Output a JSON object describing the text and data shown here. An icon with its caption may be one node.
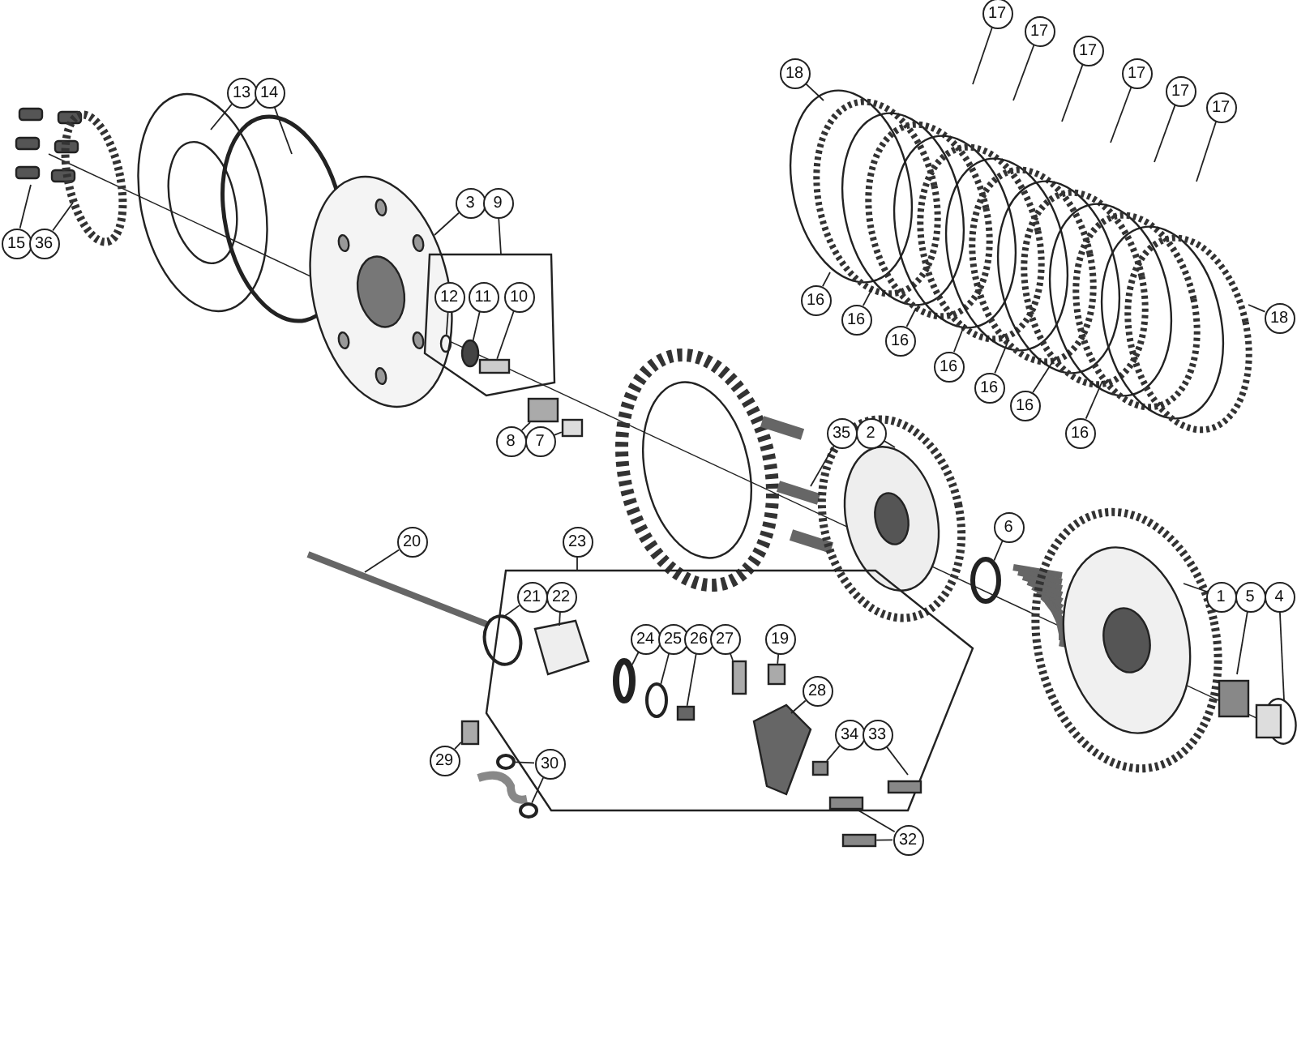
{
  "diagram": {
    "nodes": [
      {
        "text": [
          "17"
        ]
      },
      {
        "text": [
          "17"
        ]
      },
      {
        "text": [
          "17"
        ]
      },
      {
        "text": [
          "17"
        ]
      },
      {
        "text": [
          "18"
        ]
      },
      {
        "text": [
          "13"
        ]
      },
      {
        "text": [
          "14"
        ]
      },
      {
        "text": [
          "17"
        ]
      },
      {
        "text": [
          "17"
        ]
      },
      {
        "text": [
          "3"
        ]
      },
      {
        "text": [
          "9"
        ]
      },
      {
        "text": [
          "15"
        ]
      },
      {
        "text": [
          "36"
        ]
      },
      {
        "text": [
          "12"
        ]
      },
      {
        "text": [
          "11"
        ]
      },
      {
        "text": [
          "10"
        ]
      },
      {
        "text": [
          "16"
        ]
      },
      {
        "text": [
          "16"
        ]
      },
      {
        "text": [
          "18"
        ]
      },
      {
        "text": [
          "16"
        ]
      },
      {
        "text": [
          "16"
        ]
      },
      {
        "text": [
          "16"
        ]
      },
      {
        "text": [
          "16"
        ]
      },
      {
        "text": [
          "16"
        ]
      },
      {
        "text": [
          "35"
        ]
      },
      {
        "text": [
          "2"
        ]
      },
      {
        "text": [
          "8"
        ]
      },
      {
        "text": [
          "7"
        ]
      },
      {
        "text": [
          "6"
        ]
      },
      {
        "text": [
          "20"
        ]
      },
      {
        "text": [
          "23"
        ]
      },
      {
        "text": [
          "21"
        ]
      },
      {
        "text": [
          "22"
        ]
      },
      {
        "text": [
          "1"
        ]
      },
      {
        "text": [
          "5"
        ]
      },
      {
        "text": [
          "4"
        ]
      },
      {
        "text": [
          "24"
        ]
      },
      {
        "text": [
          "25"
        ]
      },
      {
        "text": [
          "26"
        ]
      },
      {
        "text": [
          "27"
        ]
      },
      {
        "text": [
          "19"
        ]
      },
      {
        "text": [
          "28"
        ]
      },
      {
        "text": [
          "34"
        ]
      },
      {
        "text": [
          "33"
        ]
      },
      {
        "text": [
          "29"
        ]
      },
      {
        "text": [
          "30"
        ]
      },
      {
        "text": [
          "32"
        ]
      },
      {
        "text": [],
        "shape": "circle"
      },
      {
        "text": [],
        "shape": "circle"
      },
      {
        "text": [],
        "shape": "box"
      },
      {
        "text": [],
        "shape": "box"
      },
      {
        "text": [],
        "shape": "box"
      },
      {
        "text": [],
        "shape": "circle"
      },
      {
        "text": [],
        "shape": "circle"
      },
      {
        "text": [],
        "shape": "circle"
      },
      {
        "text": [],
        "shape": "box"
      },
      {
        "text": [],
        "shape": "box"
      },
      {
        "text": [],
        "shape": "box"
      },
      {
        "text": [],
        "shape": "box"
      },
      {
        "text": [],
        "shape": "box"
      },
      {
        "text": [],
        "shape": "circle"
      },
      {
        "text": [],
        "shape": "circle"
      },
      {
        "text": [],
        "shape": "box"
      },
      {
        "text": [],
        "shape": "box"
      }
    ],
    "edges": [
      {
        "from": 0,
        "to": null,
        "arrow": "none"
      },
      {
        "from": 1,
        "to": null,
        "arrow": "none"
      },
      {
        "from": 2,
        "to": null,
        "arrow": "none"
      },
      {
        "from": 3,
        "to": null,
        "arrow": "none"
      },
      {
        "from": 4,
        "to": null,
        "arrow": "none"
      },
      {
        "from": 5,
        "to": null,
        "arrow": "none"
      },
      {
        "from": 6,
        "to": null,
        "arrow": "none"
      },
      {
        "from": 7,
        "to": null,
        "arrow": "none"
      },
      {
        "from": 8,
        "to": null,
        "arrow": "none"
      },
      {
        "from": 9,
        "to": null,
        "arrow": "none"
      },
      {
        "from": 10,
        "to": null,
        "arrow": "none"
      },
      {
        "from": 11,
        "to": null,
        "arrow": "none"
      },
      {
        "from": 12,
        "to": null,
        "arrow": "none"
      },
      {
        "from": 13,
        "to": 47,
        "arrow": "none"
      },
      {
        "from": 14,
        "to": 48,
        "arrow": "none"
      },
      {
        "from": 15,
        "to": 49,
        "arrow": "none"
      },
      {
        "from": 16,
        "to": null,
        "arrow": "none"
      },
      {
        "from": 17,
        "to": null,
        "arrow": "none"
      },
      {
        "from": 18,
        "to": null,
        "arrow": "none"
      },
      {
        "from": 19,
        "to": null,
        "arrow": "none"
      },
      {
        "from": 20,
        "to": null,
        "arrow": "none"
      },
      {
        "from": 21,
        "to": null,
        "arrow": "none"
      },
      {
        "from": 22,
        "to": null,
        "arrow": "none"
      },
      {
        "from": 23,
        "to": null,
        "arrow": "none"
      },
      {
        "from": 24,
        "to": null,
        "arrow": "none"
      },
      {
        "from": 25,
        "to": null,
        "arrow": "none"
      },
      {
        "from": 26,
        "to": 50,
        "arrow": "none"
      },
      {
        "from": 27,
        "to": 51,
        "arrow": "none"
      },
      {
        "from": 28,
        "to": 52,
        "arrow": "none"
      },
      {
        "from": 29,
        "to": null,
        "arrow": "none"
      },
      {
        "from": 30,
        "to": null,
        "arrow": "none"
      },
      {
        "from": 31,
        "to": null,
        "arrow": "none"
      },
      {
        "from": 32,
        "to": null,
        "arrow": "none"
      },
      {
        "from": 33,
        "to": null,
        "arrow": "none"
      },
      {
        "from": 34,
        "to": null,
        "arrow": "none"
      },
      {
        "from": 35,
        "to": null,
        "arrow": "none"
      },
      {
        "from": 36,
        "to": 53,
        "arrow": "none"
      },
      {
        "from": 37,
        "to": 54,
        "arrow": "none"
      },
      {
        "from": 38,
        "to": 55,
        "arrow": "none"
      },
      {
        "from": 39,
        "to": 56,
        "arrow": "none"
      },
      {
        "from": 40,
        "to": 57,
        "arrow": "none"
      },
      {
        "from": 41,
        "to": null,
        "arrow": "none"
      },
      {
        "from": 42,
        "to": 58,
        "arrow": "none"
      },
      {
        "from": 43,
        "to": null,
        "arrow": "none"
      },
      {
        "from": 44,
        "to": 59,
        "arrow": "none"
      },
      {
        "from": 45,
        "to": 60,
        "arrow": "none"
      },
      {
        "from": 45,
        "to": 61,
        "arrow": "none"
      },
      {
        "from": 46,
        "to": 62,
        "arrow": "none"
      },
      {
        "from": 46,
        "to": 63,
        "arrow": "none"
      }
    ]
  }
}
